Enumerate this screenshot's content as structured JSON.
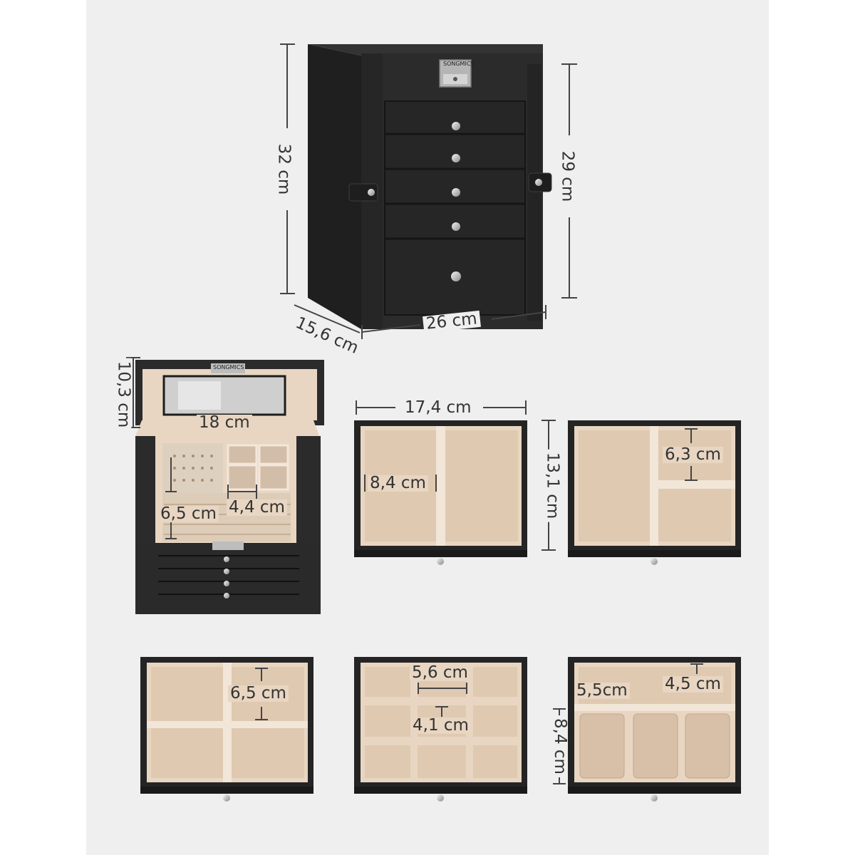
{
  "colors": {
    "background": "#efefef",
    "box_black": "#2b2b2b",
    "box_edge": "#1c1c1c",
    "velvet": "#e8d6c2",
    "velvet_shadow": "#d8c3ad",
    "text": "#333333"
  },
  "brand": "SONGMICS",
  "dimensions": {
    "height_total": "32 cm",
    "height_drawers": "29 cm",
    "width": "26 cm",
    "depth": "15,6 cm",
    "lid_height": "10,3 cm",
    "top_width": "18 cm",
    "compartment_small": "4,4 cm",
    "ring_row_height": "6,5 cm",
    "drawer1_width": "17,4 cm",
    "drawer1_depth": "13,1 cm",
    "drawer1_left": "8,4 cm",
    "drawer2_compartment": "6,3 cm",
    "drawer3_compartment": "6,5 cm",
    "drawer4_width": "5,6 cm",
    "drawer4_height": "4,1 cm",
    "drawer5_width": "5,5cm",
    "drawer5_back": "4,5 cm",
    "drawer5_depth": "8,4 cm"
  }
}
